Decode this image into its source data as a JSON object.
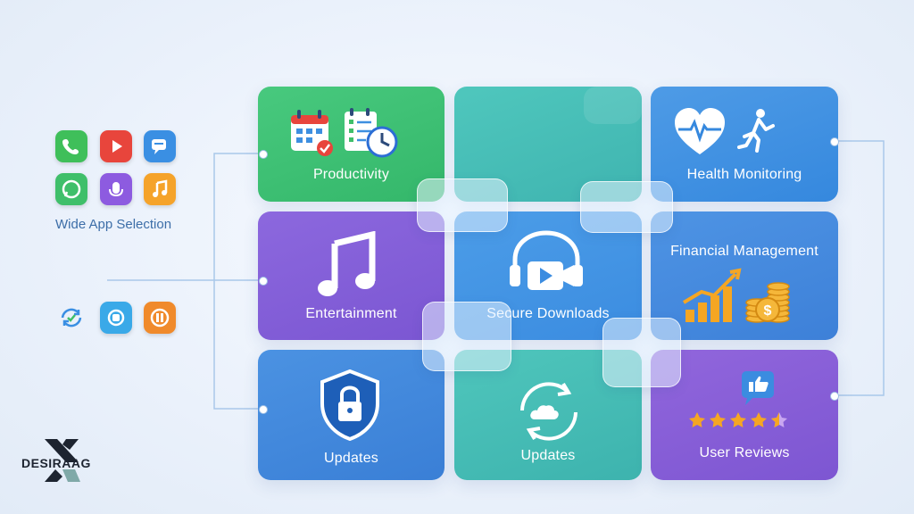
{
  "sidebar": {
    "app_selection_label": "Wide App Selection",
    "top_icons": [
      "phone-icon",
      "play-icon",
      "chat-icon",
      "whatsapp-icon",
      "podcasts-icon",
      "music-note-icon"
    ],
    "bottom_icons": [
      "sync-icon",
      "headset-icon",
      "pause-icon"
    ]
  },
  "tiles": {
    "productivity": {
      "label": "Productivity",
      "icon": "calendar-icon"
    },
    "blank_top": {
      "label": ""
    },
    "health": {
      "label": "Health Monitoring",
      "icon": "heart-runner-icon"
    },
    "entertainment": {
      "label": "Entertainment",
      "icon": "music-note-icon"
    },
    "secure_downloads": {
      "label": "Secure Downloads",
      "icon": "headphones-video-icon"
    },
    "financial": {
      "label": "Financial Management",
      "icon": "bar-chart-coins-icon"
    },
    "updates_security": {
      "label": "Updates",
      "icon": "shield-lock-icon"
    },
    "updates_cloud": {
      "label": "Updates",
      "icon": "cloud-sync-icon"
    },
    "user_reviews": {
      "label": "User Reviews",
      "icon": "thumbs-up-stars-icon",
      "rating": 4.5,
      "rating_max": 5
    }
  },
  "logo": {
    "text": "DESIRAAG"
  },
  "colors": {
    "green": "#3cbf73",
    "teal": "#46c0b8",
    "blue": "#3d8fe0",
    "purple": "#8a63d8",
    "star": "#f5a623"
  }
}
